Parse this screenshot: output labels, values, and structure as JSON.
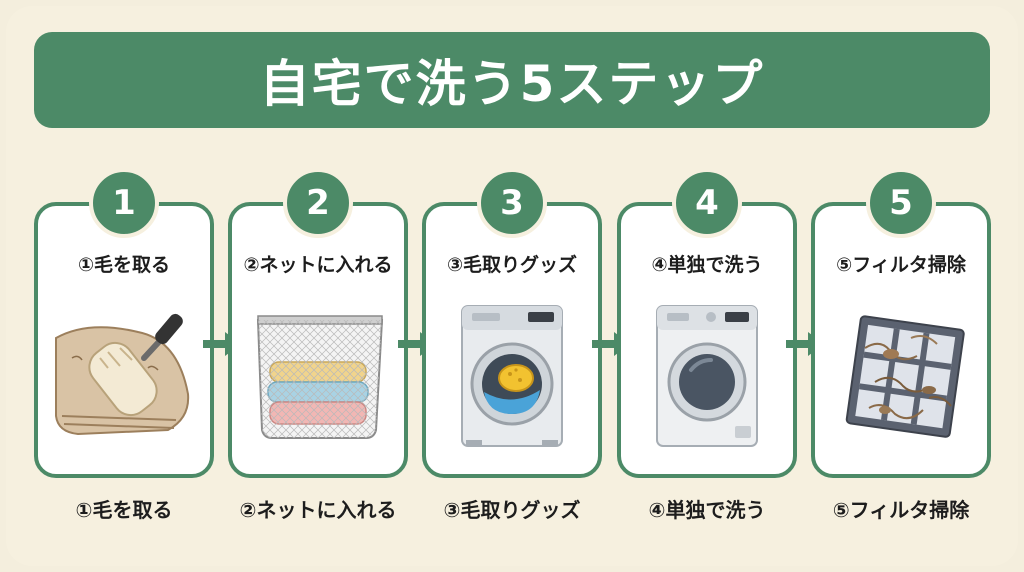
{
  "title": "自宅で洗う5ステップ",
  "steps": [
    {
      "number": "1",
      "label": "①毛を取る",
      "caption": "①毛を取る",
      "icon": "lint-roller-blanket"
    },
    {
      "number": "2",
      "label": "②ネットに入れる",
      "caption": "②ネットに入れる",
      "icon": "laundry-net"
    },
    {
      "number": "3",
      "label": "③毛取りグッズ",
      "caption": "③毛取りグッズ",
      "icon": "washer-with-sponge"
    },
    {
      "number": "4",
      "label": "④単独で洗う",
      "caption": "④単独で洗う",
      "icon": "washing-machine"
    },
    {
      "number": "5",
      "label": "⑤フィルタ掃除",
      "caption": "⑤フィルタ掃除",
      "icon": "hairy-filter"
    }
  ],
  "colors": {
    "accent": "#4c8a67",
    "background": "#f6f0df",
    "text": "#1d1d1d"
  }
}
